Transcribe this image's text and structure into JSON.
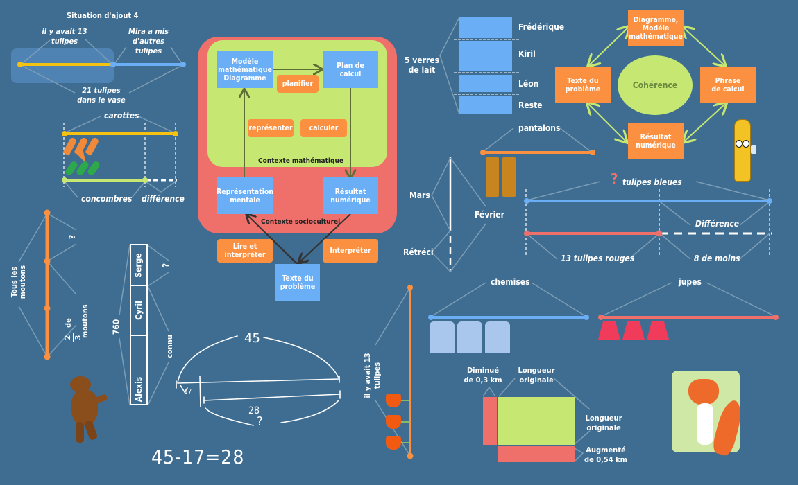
{
  "colors": {
    "background": "#3e6d91",
    "yellow": "#f5c211",
    "light_blue": "#6aaef6",
    "orange": "#fb9140",
    "coral": "#ef706b",
    "lime": "#c6e872",
    "connector": "#7d9db5"
  },
  "situation_ajout": {
    "title": "Situation d'ajout 4",
    "left_label": "il y avait 13 tulipes",
    "right_label": "Mira a mis d'autres tulipes",
    "bottom_label": "21 tulipes dans le vase"
  },
  "carottes": {
    "top_label": "carottes",
    "bottom_left_label": "concombres",
    "bottom_right_label": "différence",
    "carrot_count": 3,
    "cucumber_count": 3
  },
  "process_diagram": {
    "math_model": "Modèle mathématique Diagramme",
    "calc_plan": "Plan de calcul",
    "plan_action": "planifier",
    "represent_action": "représenter",
    "calculate_action": "calculer",
    "math_context": "Contexte mathématique",
    "mental_rep": "Représentation mentale",
    "numeric_result": "Résultat numérique",
    "socio_context": "Contexte socioculturel",
    "read_action": "Lire et interpréter",
    "interpret_action": "Interpréter",
    "problem_text": "Texte du problème"
  },
  "verres": {
    "label": "5 verres de lait",
    "rows": [
      "Frédérique",
      "Kiril",
      "Léon",
      "Reste"
    ]
  },
  "coherence": {
    "center": "Cohérence",
    "top": "Diagramme, Modéle mathématique",
    "left": "Texte du problème",
    "right": "Phrase de calcul",
    "bottom": "Résultat numérique"
  },
  "pantalons": {
    "label": "pantalons",
    "count": 2
  },
  "mars": {
    "top_label": "Mars",
    "bottom_label": "Rétréci",
    "side_label": "Février"
  },
  "tulipes_bleues": {
    "question": "?",
    "top_label": "tulipes bleues",
    "difference_label": "Différence",
    "red_label": "13 tulipes rouges",
    "less_label": "8 de moins"
  },
  "moutons": {
    "all_label": "Tous les moutons",
    "question": "?",
    "fraction_numerator": "2",
    "fraction_denominator": "3",
    "fraction_suffix": "de",
    "fraction_unit": "moutons"
  },
  "names_bar": {
    "total": "760",
    "segments": [
      "Serge",
      "Cyril",
      "Alexis"
    ],
    "question": "?",
    "known_label": "connu"
  },
  "handwritten": {
    "total": "45",
    "part": "17",
    "answer": "28",
    "question": "?",
    "equation": "45-17=28"
  },
  "clothes": {
    "shirts_label": "chemises",
    "shirts_count": 3,
    "skirts_label": "jupes",
    "skirts_count": 3
  },
  "tulipes_vertical": {
    "label": "il y avait 13 tulipes",
    "count": 3
  },
  "area_model": {
    "decrease_label": "Diminué de 0,3 km",
    "top_length_label": "Longueur originale",
    "side_length_label": "Longueur originale",
    "increase_label": "Augmenté de 0,54 km"
  }
}
